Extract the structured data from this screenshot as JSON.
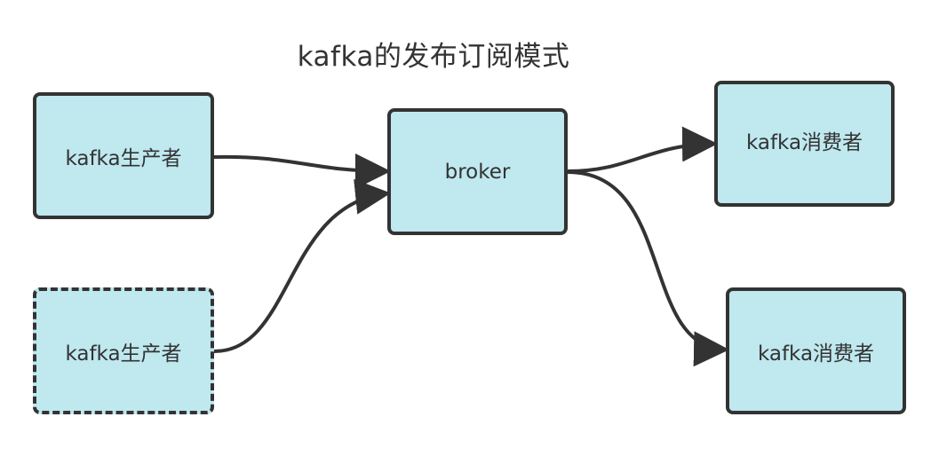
{
  "title": "kafka的发布订阅模式",
  "nodes": {
    "producer1": {
      "label": "kafka生产者",
      "style": "solid"
    },
    "producer2": {
      "label": "kafka生产者",
      "style": "dashed"
    },
    "broker": {
      "label": "broker",
      "style": "solid"
    },
    "consumer1": {
      "label": "kafka消费者",
      "style": "solid"
    },
    "consumer2": {
      "label": "kafka消费者",
      "style": "solid"
    }
  },
  "edges": [
    {
      "from": "producer1",
      "to": "broker"
    },
    {
      "from": "producer2",
      "to": "broker"
    },
    {
      "from": "broker",
      "to": "consumer1"
    },
    {
      "from": "broker",
      "to": "consumer2"
    }
  ],
  "colors": {
    "node_fill": "#bfe8ef",
    "stroke": "#333333",
    "background": "#ffffff"
  }
}
